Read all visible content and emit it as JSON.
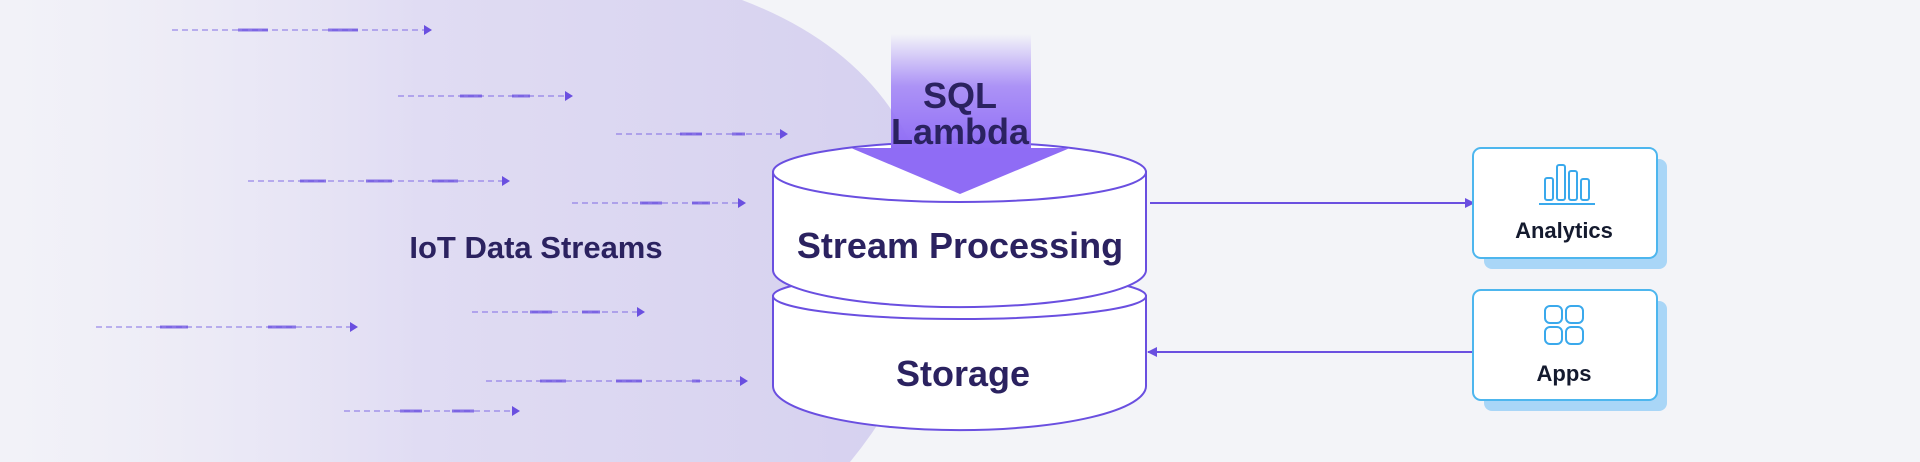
{
  "diagram": {
    "streams_label": "IoT Data Streams",
    "input_labels": [
      "SQL",
      "Lambda"
    ],
    "processing_label": "Stream Processing",
    "storage_label": "Storage",
    "outputs": [
      {
        "label": "Analytics",
        "icon": "bar-chart-icon"
      },
      {
        "label": "Apps",
        "icon": "app-grid-icon"
      }
    ]
  },
  "colors": {
    "background": "#f3f4f8",
    "accent": "#6a4fe0",
    "arrow_fill": "#8f6cf5",
    "text_dark": "#2b2260",
    "card_border": "#4db6ee",
    "card_shadow": "#a9d6f7",
    "icon_blue": "#3aa9ec"
  }
}
